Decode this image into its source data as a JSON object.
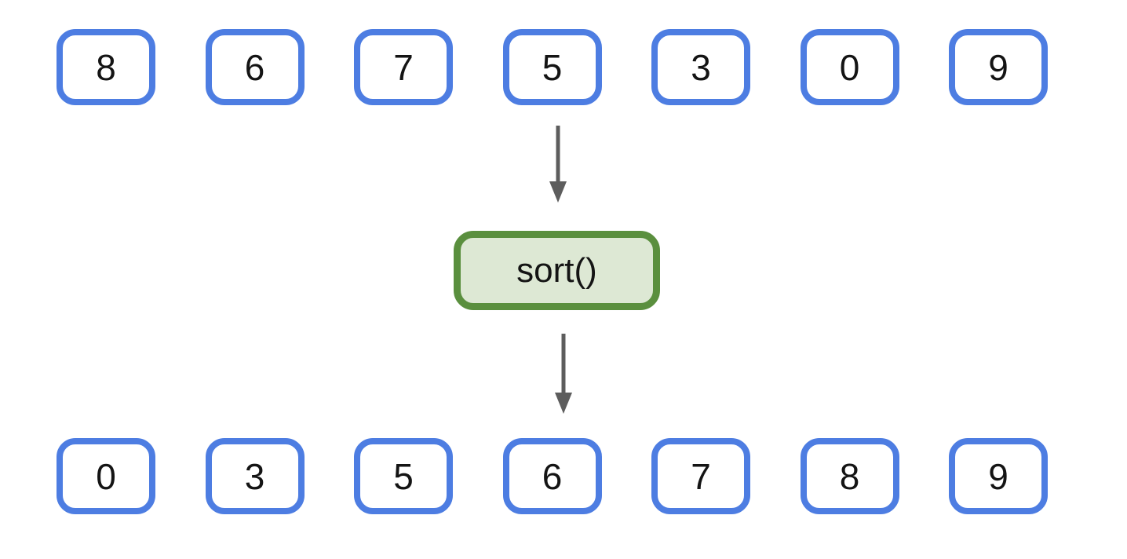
{
  "diagram": {
    "input_row": [
      "8",
      "6",
      "7",
      "5",
      "3",
      "0",
      "9"
    ],
    "operation": {
      "label": "sort()"
    },
    "output_row": [
      "0",
      "3",
      "5",
      "6",
      "7",
      "8",
      "9"
    ],
    "colors": {
      "background": "#ffffff",
      "box_border_blue": "#4d7de2",
      "box_fill_white": "#ffffff",
      "operation_border_green": "#5a8f3e",
      "operation_fill_green": "#dde8d4",
      "arrow_gray": "#5d5d5d",
      "text_black": "#141414"
    }
  }
}
